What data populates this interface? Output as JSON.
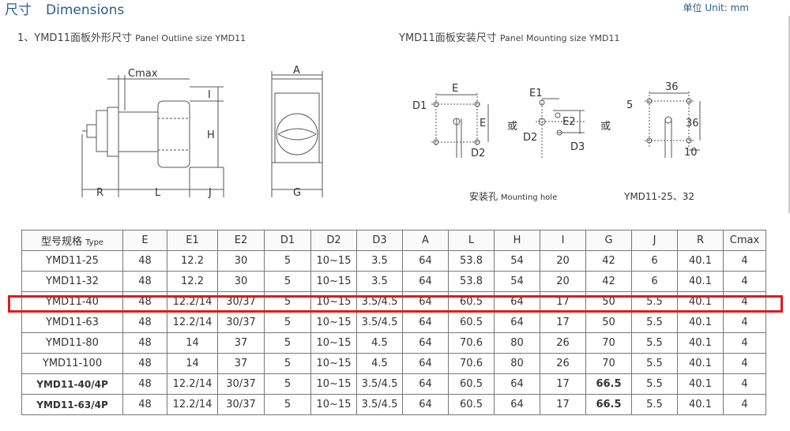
{
  "header": {
    "title_cn": "尺寸",
    "title_en": "Dimensions",
    "unit": "单位 Unit: mm"
  },
  "sections": {
    "outline": {
      "label_cn": "1、YMD11面板外形尺寸",
      "label_en": "Panel Outline size YMD11"
    },
    "mounting": {
      "label_cn": "YMD11面板安装尺寸",
      "label_en": "Panel Mounting size YMD11"
    }
  },
  "captions": {
    "mounting_hole_cn": "安装孔",
    "mounting_hole_en": "Mounting hole",
    "model_note": "YMD11-25、32"
  },
  "drawing_labels": {
    "cmax": "Cmax",
    "i": "I",
    "h": "H",
    "r": "R",
    "l": "L",
    "j": "J",
    "a": "A",
    "g": "G",
    "e": "E",
    "d1": "D1",
    "d2": "D2",
    "e1": "E1",
    "e2": "E2",
    "d3": "D3",
    "or": "或",
    "n36": "36",
    "n5": "5",
    "n10": "10"
  },
  "table": {
    "header_cn": "型号规格",
    "header_en": "Type",
    "columns": [
      "E",
      "E1",
      "E2",
      "D1",
      "D2",
      "D3",
      "A",
      "L",
      "H",
      "I",
      "G",
      "J",
      "R",
      "Cmax"
    ],
    "rows": [
      {
        "type": "YMD11-25",
        "cells": [
          "48",
          "12.2",
          "30",
          "5",
          "10~15",
          "3.5",
          "64",
          "53.8",
          "54",
          "20",
          "42",
          "6",
          "40.1",
          "4"
        ]
      },
      {
        "type": "YMD11-32",
        "cells": [
          "48",
          "12.2",
          "30",
          "5",
          "10~15",
          "3.5",
          "64",
          "53.8",
          "54",
          "20",
          "42",
          "6",
          "40.1",
          "4"
        ]
      },
      {
        "type": "YMD11-40",
        "cells": [
          "48",
          "12.2/14",
          "30/37",
          "5",
          "10~15",
          "3.5/4.5",
          "64",
          "60.5",
          "64",
          "17",
          "50",
          "5.5",
          "40.1",
          "4"
        ]
      },
      {
        "type": "YMD11-63",
        "cells": [
          "48",
          "12.2/14",
          "30/37",
          "5",
          "10~15",
          "3.5/4.5",
          "64",
          "60.5",
          "64",
          "17",
          "50",
          "5.5",
          "40.1",
          "4"
        ]
      },
      {
        "type": "YMD11-80",
        "cells": [
          "48",
          "14",
          "37",
          "5",
          "10~15",
          "4.5",
          "64",
          "70.6",
          "80",
          "26",
          "70",
          "5.5",
          "40.1",
          "4"
        ]
      },
      {
        "type": "YMD11-100",
        "cells": [
          "48",
          "14",
          "37",
          "5",
          "10~15",
          "4.5",
          "64",
          "70.6",
          "80",
          "26",
          "70",
          "5.5",
          "40.1",
          "4"
        ]
      },
      {
        "type": "YMD11-40/4P",
        "cells": [
          "48",
          "12.2/14",
          "30/37",
          "5",
          "10~15",
          "3.5/4.5",
          "64",
          "60.5",
          "64",
          "17",
          "66.5",
          "5.5",
          "40.1",
          "4"
        ]
      },
      {
        "type": "YMD11-63/4P",
        "cells": [
          "48",
          "12.2/14",
          "30/37",
          "5",
          "10~15",
          "3.5/4.5",
          "64",
          "60.5",
          "64",
          "17",
          "66.5",
          "5.5",
          "40.1",
          "4"
        ]
      }
    ],
    "highlighted_row": "YMD11-40",
    "highlight_color": "#e11a1a"
  },
  "colors": {
    "title": "#2a5e8a",
    "text": "#333333",
    "border": "#777777"
  }
}
